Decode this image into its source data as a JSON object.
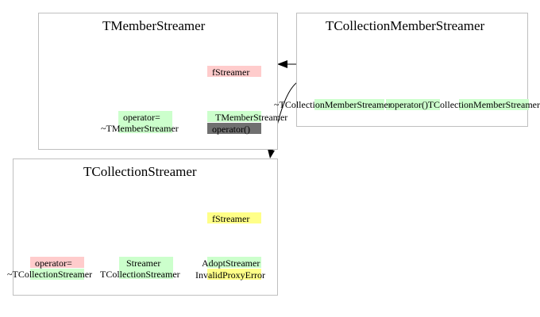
{
  "classes": {
    "member_streamer": {
      "title": "TMemberStreamer",
      "field": "fStreamer",
      "methods": {
        "operator_assign": "operator=",
        "destructor": "~TMemberStreamer",
        "constructor": "TMemberStreamer",
        "operator_call": "operator()"
      }
    },
    "collection_member_streamer": {
      "title": "TCollectionMemberStreamer",
      "methods": {
        "destructor": "~TCollectionMemberStreamer",
        "operator_call": "operator()",
        "constructor": "TCollectionMemberStreamer"
      }
    },
    "collection_streamer": {
      "title": "TCollectionStreamer",
      "field": "fStreamer",
      "methods": {
        "operator_assign": "operator=",
        "destructor": "~TCollectionStreamer",
        "streamer": "Streamer",
        "constructor": "TCollectionStreamer",
        "adopt_streamer": "AdoptStreamer",
        "invalid_proxy_error": "InvalidProxyError"
      }
    }
  },
  "colors": {
    "public_method": "#ccffcc",
    "private_or_protected": "#ffcccc",
    "field": "#ffff88",
    "virtual": "#707070",
    "border": "#bfbfbf"
  }
}
